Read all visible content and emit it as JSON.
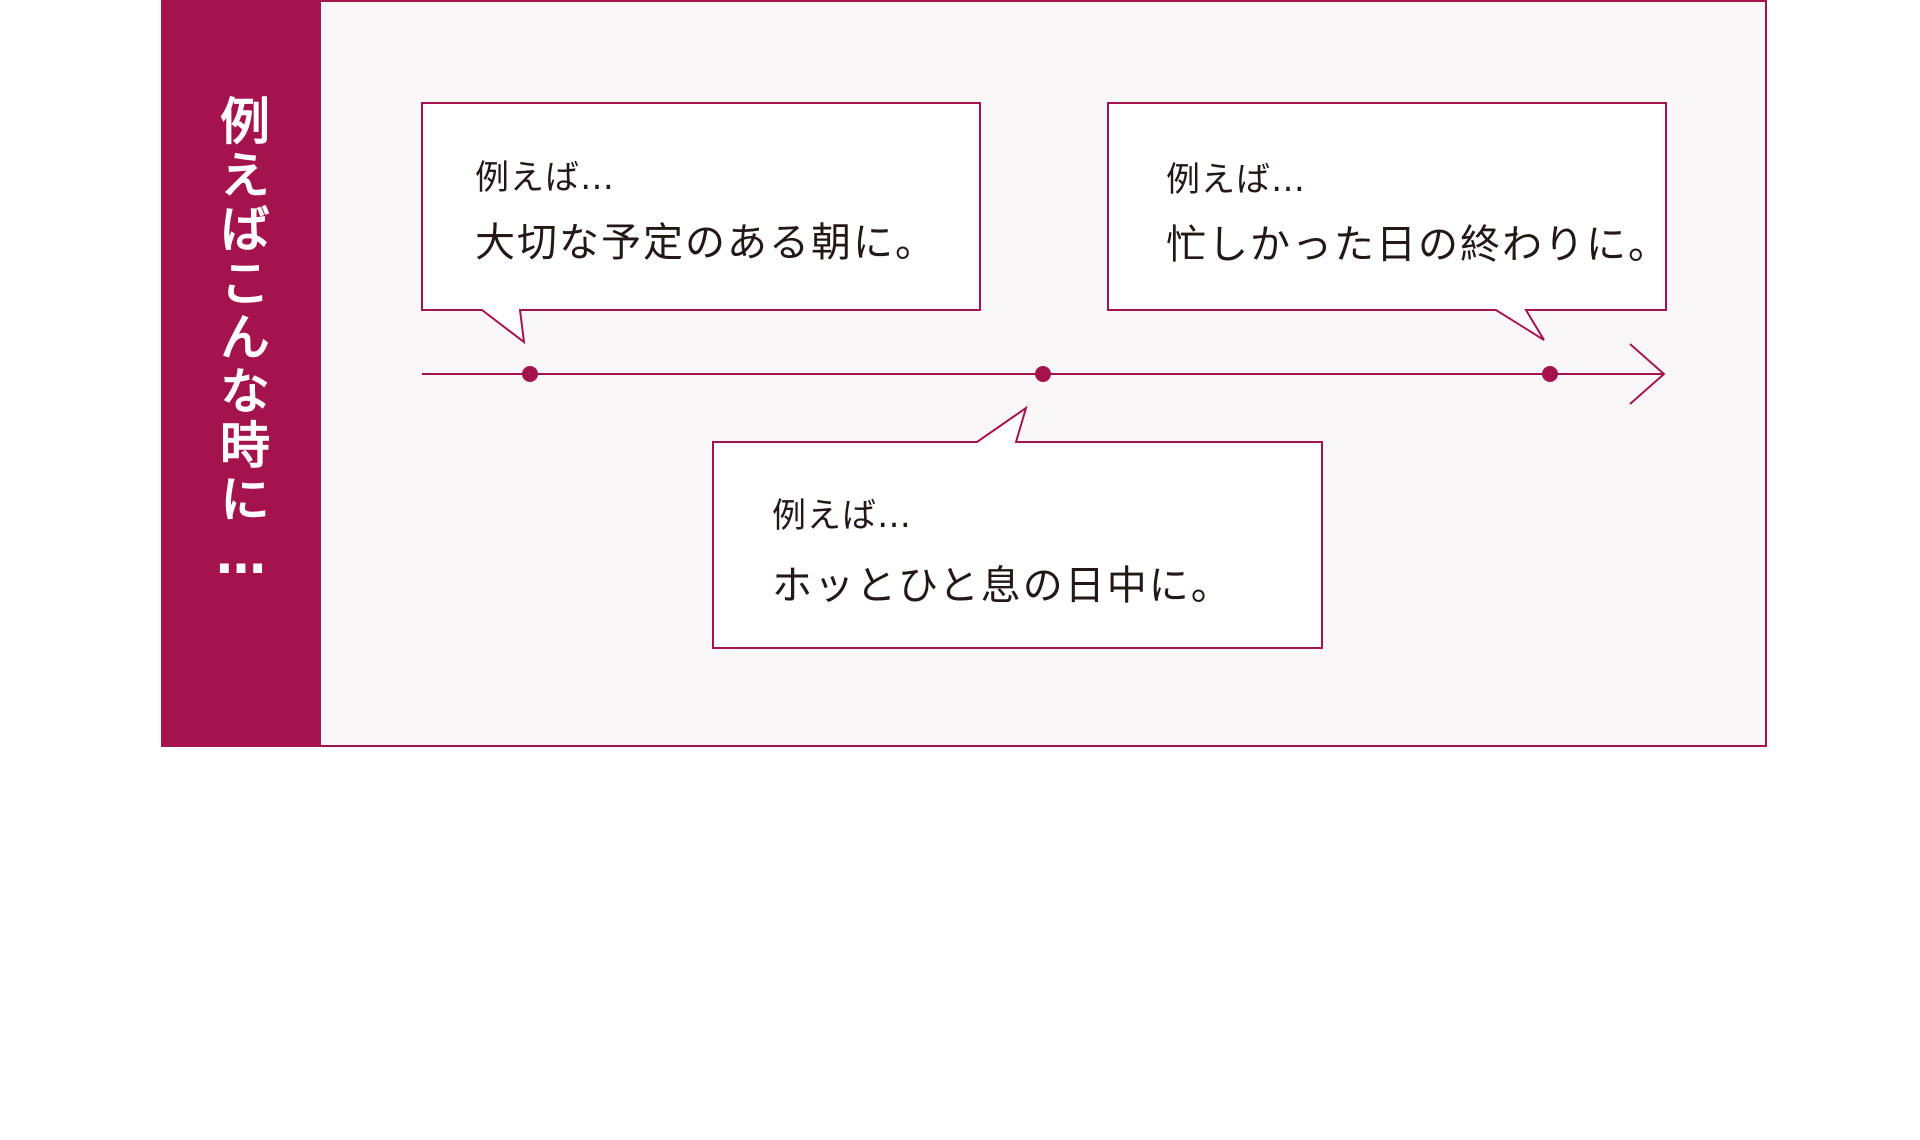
{
  "side_label": "例えばこんな時に…",
  "colors": {
    "accent": "#a5134f",
    "panel_bg": "#f9f7f8",
    "text": "#231815",
    "bubble_bg": "#ffffff"
  },
  "bubbles": [
    {
      "intro": "例えば…",
      "text": "大切な予定のある朝に。"
    },
    {
      "intro": "例えば…",
      "text": "忙しかった日の終わりに。"
    },
    {
      "intro": "例えば…",
      "text": "ホッとひと息の日中に。"
    }
  ]
}
